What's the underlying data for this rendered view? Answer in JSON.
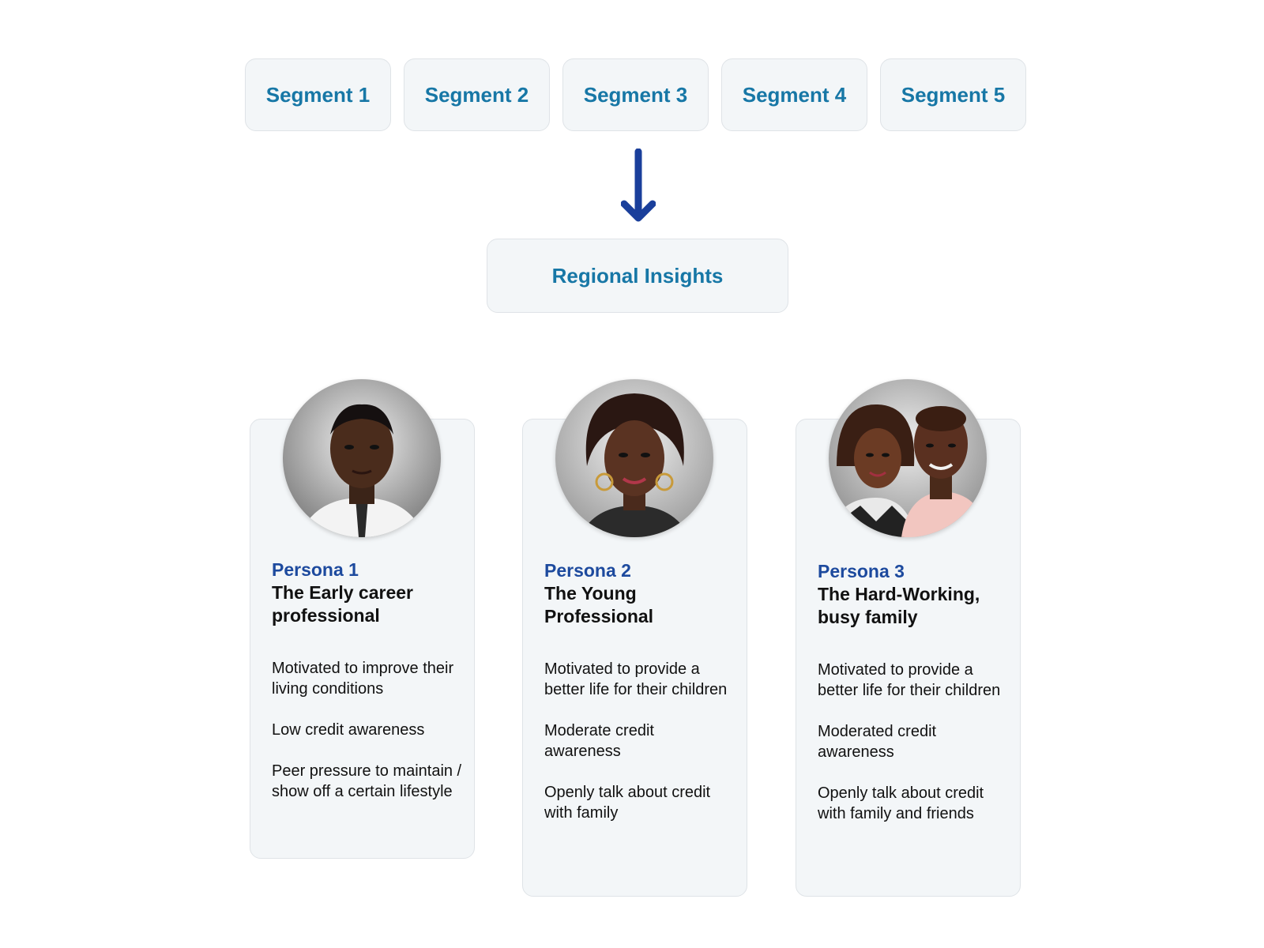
{
  "segments": [
    "Segment 1",
    "Segment 2",
    "Segment 3",
    "Segment 4",
    "Segment 5"
  ],
  "hub": {
    "label": "Regional Insights"
  },
  "colors": {
    "accent": "#1777a6",
    "persona": "#1d4a9e",
    "arrow": "#1a3f9b"
  },
  "personas": [
    {
      "number": "Persona 1",
      "title": "The Early career professional",
      "traits": [
        "Motivated to improve their living conditions",
        "Low credit awareness",
        "Peer pressure to maintain / show off a certain lifestyle"
      ]
    },
    {
      "number": "Persona 2",
      "title": "The Young Professional",
      "traits": [
        "Motivated to provide a better life for their children",
        "Moderate credit awareness",
        "Openly talk about credit with family"
      ]
    },
    {
      "number": "Persona 3",
      "title": "The Hard-Working, busy family",
      "traits": [
        "Motivated to provide a better life for their children",
        "Moderated credit awareness",
        "Openly talk about credit with family and friends"
      ]
    }
  ]
}
